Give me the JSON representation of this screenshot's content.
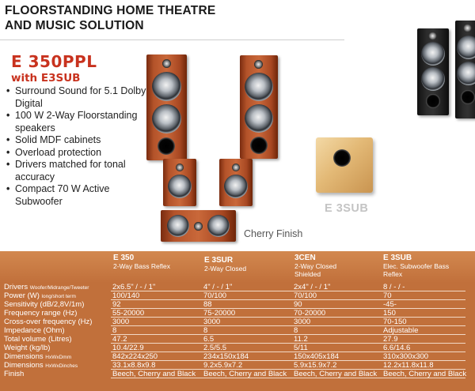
{
  "headline": {
    "line1": "FLOORSTANDING  HOME THEATRE",
    "line2": "AND MUSIC  SOLUTION"
  },
  "model": "E 350PPL",
  "with_sub": "with E3SUB",
  "features": [
    "Surround Sound for 5.1 Dolby Digital",
    "100 W 2-Way Floorstanding speakers",
    "Solid MDF cabinets",
    "Overload protection",
    "Drivers matched for tonal accuracy",
    "Compact 70 W Active Subwoofer"
  ],
  "captions": {
    "cherry_finish": "Cherry Finish",
    "sub_label": "E 3SUB"
  },
  "colors": {
    "accent": "#c8321e",
    "table_bg": "#c1703b"
  },
  "spec_table": {
    "columns": [
      {
        "name": "E 350",
        "desc": "2-Way Bass Reflex"
      },
      {
        "name": "E 3SUR",
        "desc": "2-Way Closed"
      },
      {
        "name": "3CEN",
        "desc": "2-Way Closed Shielded"
      },
      {
        "name": "E 3SUB",
        "desc": "Elec. Subwoofer Bass Reflex"
      }
    ],
    "rows": [
      {
        "label": "Drivers",
        "note": "Woofer/Midrange/Tweeter",
        "values": [
          "2x6.5\" / - / 1\"",
          "4\" / - / 1\"",
          "2x4\" / - / 1\"",
          "8 / - / -"
        ]
      },
      {
        "label": "Power (W)",
        "note": "long/short term",
        "values": [
          "100/140",
          "70/100",
          "70/100",
          "70"
        ]
      },
      {
        "label": "Sensitivity (dB/2,8V/1m)",
        "note": "",
        "values": [
          "92",
          "88",
          "90",
          "-45-"
        ]
      },
      {
        "label": "Frequency range (Hz)",
        "note": "",
        "values": [
          "55-20000",
          "75-20000",
          "70-20000",
          "150"
        ]
      },
      {
        "label": "Cross-over frequency (Hz)",
        "note": "",
        "values": [
          "3000",
          "3000",
          "3000",
          "70-150"
        ]
      },
      {
        "label": "Impedance (Ohm)",
        "note": "",
        "values": [
          "8",
          "8",
          "8",
          "Adjustable"
        ]
      },
      {
        "label": "Total volume (Litres)",
        "note": "",
        "values": [
          "47.2",
          "6.5",
          "11.2",
          "27.9"
        ]
      },
      {
        "label": "Weight (kg/lb)",
        "note": "",
        "values": [
          "10.4/22.9",
          "2.5/5.5",
          "5/11",
          "6.6/14.6"
        ]
      },
      {
        "label": "Dimensions",
        "note": "HxWxDmm",
        "values": [
          "842x224x250",
          "234x150x184",
          "150x405x184",
          "310x300x300"
        ]
      },
      {
        "label": "Dimensions",
        "note": "HxWxDinches",
        "values": [
          "33.1x8.8x9.8",
          "9.2x5.9x7.2",
          "5.9x15.9x7.2",
          "12.2x11.8x11.8"
        ]
      },
      {
        "label": "Finish",
        "note": "",
        "values": [
          "Beech, Cherry and Black",
          "Beech, Cherry and Black",
          "Beech, Cherry and Black",
          "Beech, Cherry and Black"
        ]
      }
    ]
  }
}
